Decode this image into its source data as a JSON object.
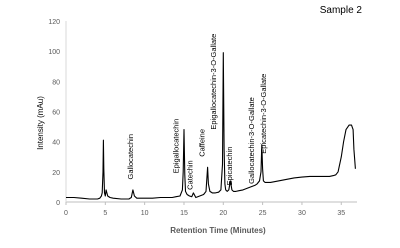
{
  "sample_label": "Sample 2",
  "chart_data": {
    "type": "line",
    "title": "",
    "xlabel": "Retention Time (Minutes)",
    "ylabel": "Intensity (mAu)",
    "xlim": [
      0,
      37
    ],
    "ylim": [
      0,
      120
    ],
    "xticks": [
      0,
      5,
      10,
      15,
      20,
      25,
      30,
      35
    ],
    "yticks": [
      0,
      20,
      40,
      60,
      80,
      100,
      120
    ],
    "grid": false,
    "series": [
      {
        "color": "#000000",
        "x": [
          0,
          0.5,
          1,
          2,
          3,
          3.5,
          4,
          4.3,
          4.5,
          4.6,
          4.7,
          4.75,
          4.8,
          4.9,
          5.0,
          5.1,
          5.3,
          5.6,
          6,
          7,
          8,
          8.3,
          8.5,
          8.7,
          9,
          10,
          11,
          12,
          13,
          13.5,
          14,
          14.5,
          14.8,
          14.9,
          15.0,
          15.1,
          15.2,
          15.4,
          15.7,
          16.0,
          16.2,
          16.5,
          17,
          17.5,
          17.8,
          18.0,
          18.1,
          18.3,
          18.6,
          19,
          19.4,
          19.7,
          19.9,
          20.0,
          20.1,
          20.2,
          20.3,
          20.5,
          20.7,
          20.9,
          21.1,
          21.3,
          21.6,
          22,
          22.5,
          23,
          23.5,
          24,
          24.3,
          24.6,
          24.8,
          24.9,
          25.0,
          25.1,
          25.3,
          25.6,
          26,
          27,
          28,
          29,
          30,
          31,
          32,
          33,
          33.5,
          34,
          34.3,
          34.6,
          35,
          35.3,
          35.6,
          36,
          36.3,
          36.5,
          36.6,
          36.8
        ],
        "values": [
          3,
          3,
          3,
          2.5,
          2,
          2,
          2,
          2.5,
          4,
          6,
          20,
          41,
          22,
          6,
          4,
          8,
          4,
          3,
          2.5,
          2,
          2,
          3,
          8,
          4,
          2.5,
          2.5,
          2.5,
          3,
          3,
          3,
          3.5,
          4,
          8,
          20,
          48,
          18,
          7,
          5,
          4,
          3.5,
          6,
          3,
          4,
          5,
          7,
          23,
          12,
          7,
          6,
          6,
          6.5,
          8,
          25,
          99,
          35,
          12,
          8,
          7,
          8,
          14,
          8,
          7,
          7,
          7.5,
          8,
          9,
          10,
          11,
          12,
          14,
          20,
          38,
          22,
          14,
          13,
          13,
          13,
          14,
          15,
          16,
          16.5,
          17,
          17,
          17,
          17,
          17.5,
          18,
          20,
          30,
          40,
          48,
          51,
          51,
          48,
          35,
          22
        ]
      }
    ],
    "annotations": [
      {
        "text": "Gallocatechin",
        "x": 8.5,
        "y": 15
      },
      {
        "text": "Epigallocatechin",
        "x": 14.3,
        "y": 19
      },
      {
        "text": "Catechin",
        "x": 16.1,
        "y": 8
      },
      {
        "text": "Caffeine",
        "x": 17.6,
        "y": 30
      },
      {
        "text": "Epigallocatechin-3-O-Gallate",
        "x": 19.1,
        "y": 48
      },
      {
        "text": "Epicatechin",
        "x": 21.1,
        "y": 11
      },
      {
        "text": "Gallocatechin-3-O-Gallate",
        "x": 23.9,
        "y": 12
      },
      {
        "text": "Epicatechin-3-O-Gallate",
        "x": 25.4,
        "y": 32
      }
    ]
  }
}
